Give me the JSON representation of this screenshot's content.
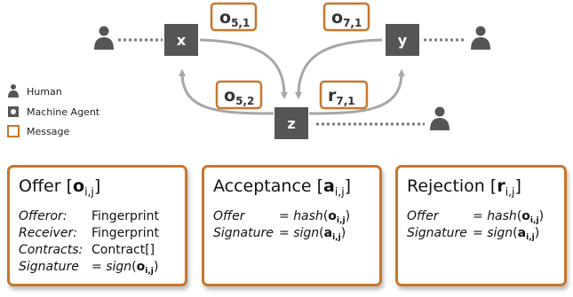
{
  "agents": {
    "x": "x",
    "y": "y",
    "z": "z"
  },
  "messages": {
    "o51": {
      "main": "o",
      "sub": "5,1"
    },
    "o71": {
      "main": "o",
      "sub": "7,1"
    },
    "o52": {
      "main": "o",
      "sub": "5,2"
    },
    "r71": {
      "main": "r",
      "sub": "7,1"
    }
  },
  "legend": {
    "human": "Human",
    "machine": "Machine Agent",
    "message": "Message"
  },
  "cards": {
    "offer": {
      "title_prefix": "Offer [",
      "title_symbol": "o",
      "title_sub": "i,j",
      "title_suffix": "]",
      "rows": [
        {
          "label": "Offeror:",
          "value": "Fingerprint"
        },
        {
          "label": "Receiver:",
          "value": "Fingerprint"
        },
        {
          "label": "Contracts:",
          "value": "Contract[]"
        }
      ],
      "signature": {
        "label": "Signature",
        "eq": "= ",
        "func": "sign",
        "open": "(",
        "sym": "o",
        "sub": "i,j",
        "close": ")"
      }
    },
    "acceptance": {
      "title_prefix": "Acceptance [",
      "title_symbol": "a",
      "title_sub": "i,j",
      "title_suffix": "]",
      "offer": {
        "label": "Offer",
        "eq": "= ",
        "func": "hash",
        "open": "(",
        "sym": "o",
        "sub": "i,j",
        "close": ")"
      },
      "signature": {
        "label": "Signature",
        "eq": "= ",
        "func": "sign",
        "open": "(",
        "sym": "a",
        "sub": "i,j",
        "close": ")"
      }
    },
    "rejection": {
      "title_prefix": "Rejection [",
      "title_symbol": "r",
      "title_sub": "i,j",
      "title_suffix": "]",
      "offer": {
        "label": "Offer",
        "eq": "= ",
        "func": "hash",
        "open": "(",
        "sym": "o",
        "sub": "i,j",
        "close": ")"
      },
      "signature": {
        "label": "Signature",
        "eq": "= ",
        "func": "sign",
        "open": "(",
        "sym": "a",
        "sub": "i,j",
        "close": ")"
      }
    }
  },
  "colors": {
    "accent": "#c8762c",
    "agent": "#555555",
    "human": "#555555",
    "arrow": "#a6a6a6"
  }
}
